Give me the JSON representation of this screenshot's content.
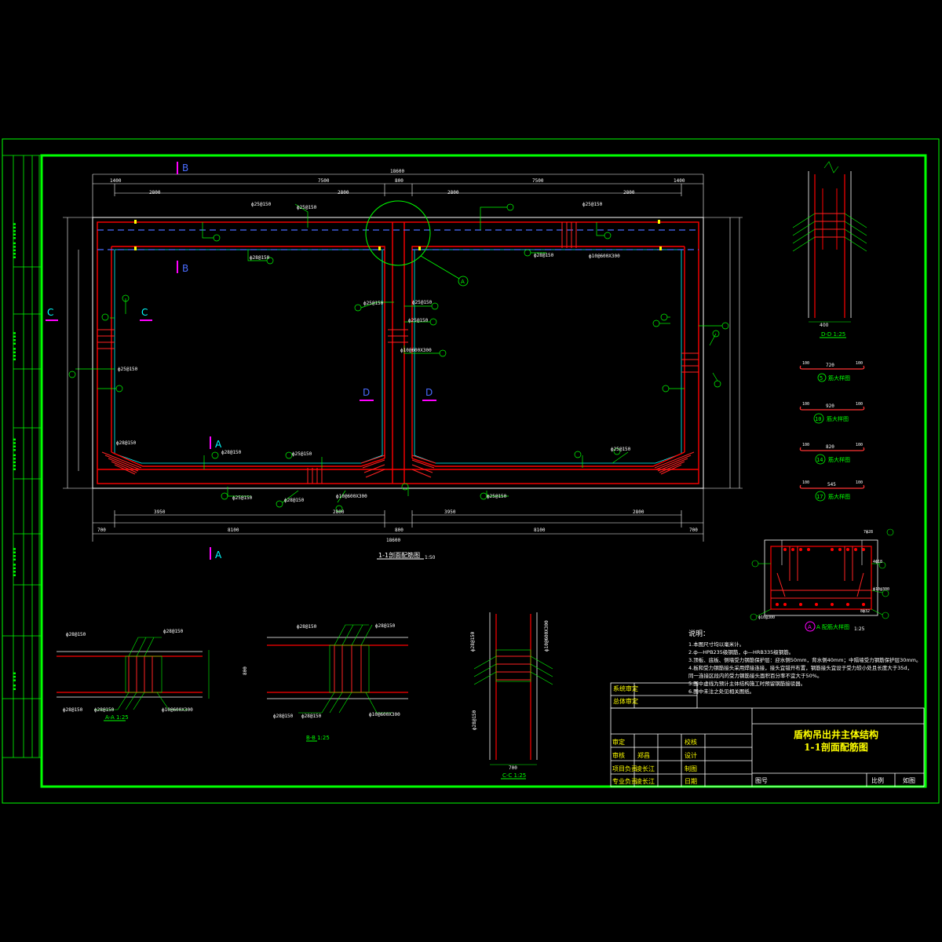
{
  "drawing": {
    "title_line1": "盾构吊出井主体结构",
    "title_line2": "1-1剖面配筋图",
    "main_section": {
      "label": "1-1剖面配筋图",
      "scale": "1:50"
    },
    "section_marks": [
      "B",
      "B",
      "C",
      "C",
      "D",
      "D",
      "A",
      "A"
    ],
    "dims_top": [
      "1400",
      "7500",
      "800",
      "7500",
      "1400"
    ],
    "dims_total": "18600",
    "dims_bottom": [
      "700",
      "8100",
      "800",
      "8100",
      "700"
    ],
    "rebar_labels": [
      "ф25@150",
      "ф25@150",
      "ф25@150",
      "ф28@150",
      "ф10@600X300",
      "ф28@150",
      "ф25@150",
      "ф25@150"
    ],
    "detail_labels": {
      "dd": "D-D 1:25",
      "aa": "A-A 1:25",
      "bb": "B-B 1:25",
      "cc": "C-C 1:25",
      "a_big": "A 配筋大样图",
      "a_big_scale": "1:25"
    },
    "bar_shapes": [
      {
        "num": "5",
        "label": "筋大样图",
        "len": "720"
      },
      {
        "num": "10",
        "label": "筋大样图",
        "len": "920"
      },
      {
        "num": "14",
        "label": "筋大样图",
        "len": "820"
      },
      {
        "num": "17",
        "label": "筋大样图",
        "len": "545"
      }
    ],
    "notes_title": "说明：",
    "notes": [
      "1.本图尺寸均以毫米计。",
      "2.ф—HPB235级钢筋，ф—HRB335级钢筋。",
      "3.顶板、底板、侧墙受力钢筋保护层：迎水侧50mm，背水侧40mm；中隔墙受力钢筋保护层30mm。",
      "4.板和受力钢筋接头采用焊接连接，接头宜错开布置，钢筋接头宜设于受力较小处且长度大于35d，",
      "同一连接区段内的受力钢筋接头面积百分率不宜大于50%。",
      "5.图中虚线为预计主体结构施工时预留钢筋接驳器。",
      "6.图中未注之处见相关图纸。"
    ],
    "title_block": {
      "rows_left": [
        "系统审定",
        "总体审定"
      ],
      "sign_rows": [
        [
          "审定",
          "",
          "校核",
          ""
        ],
        [
          "审核",
          "郑昌",
          "设计",
          ""
        ],
        [
          "项目负责",
          "凌长江",
          "制图",
          ""
        ],
        [
          "专业负责",
          "凌长江",
          "日期",
          ""
        ]
      ],
      "drawing_no": "图号",
      "scale": "比例",
      "scale_val": "如图"
    }
  },
  "colors": {
    "frame": "#00ff00",
    "concrete": "#ff0000",
    "rebar": "#ff3333",
    "leader": "#00ff00",
    "dims": "#ffffff",
    "blue": "#4a6cff",
    "cyan": "#00ffff",
    "magenta": "#ff00ff",
    "yellow": "#ffff00"
  }
}
